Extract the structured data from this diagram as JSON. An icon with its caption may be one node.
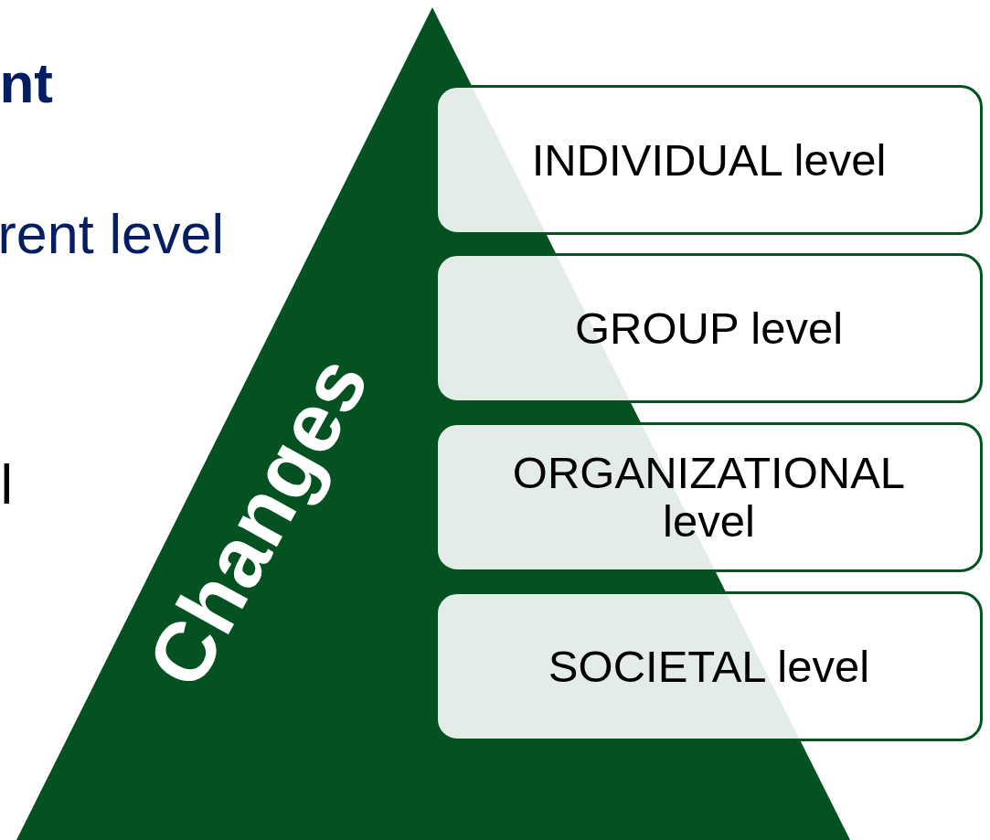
{
  "diagram": {
    "nodes": [
      {
        "text": [
          "Changes"
        ]
      },
      {
        "text": [
          "INDIVIDUAL level"
        ]
      },
      {
        "text": [
          "GROUP level"
        ]
      },
      {
        "text": [
          "ORGANIZATIONAL level"
        ]
      },
      {
        "text": [
          "SOCIETAL level"
        ]
      }
    ],
    "labels": [
      "nt",
      "rent level",
      "l"
    ]
  }
}
